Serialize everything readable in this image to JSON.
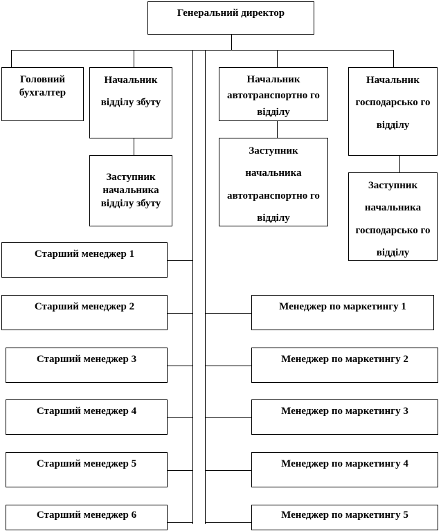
{
  "chart": {
    "ceo": "Генеральний директор",
    "chief_accountant": "Головний бухгалтер",
    "sales_head": "Начальник відділу збуту",
    "sales_deputy": "Заступник начальника відділу збуту",
    "transport_head": "Начальник автотранспортно го відділу",
    "transport_deputy": "Заступник начальника автотранспортно го відділу",
    "household_head": "Начальник господарсько го відділу",
    "household_deputy": "Заступник начальника господарсько го відділу",
    "senior_managers": [
      "Старший менеджер 1",
      "Старший менеджер 2",
      "Старший менеджер 3",
      "Старший менеджер 4",
      "Старший менеджер 5",
      "Старший менеджер 6"
    ],
    "marketing_managers": [
      "Менеджер по маркетингу 1",
      "Менеджер по маркетингу 2",
      "Менеджер по маркетингу 3",
      "Менеджер по маркетингу 4",
      "Менеджер по маркетингу 5"
    ]
  }
}
